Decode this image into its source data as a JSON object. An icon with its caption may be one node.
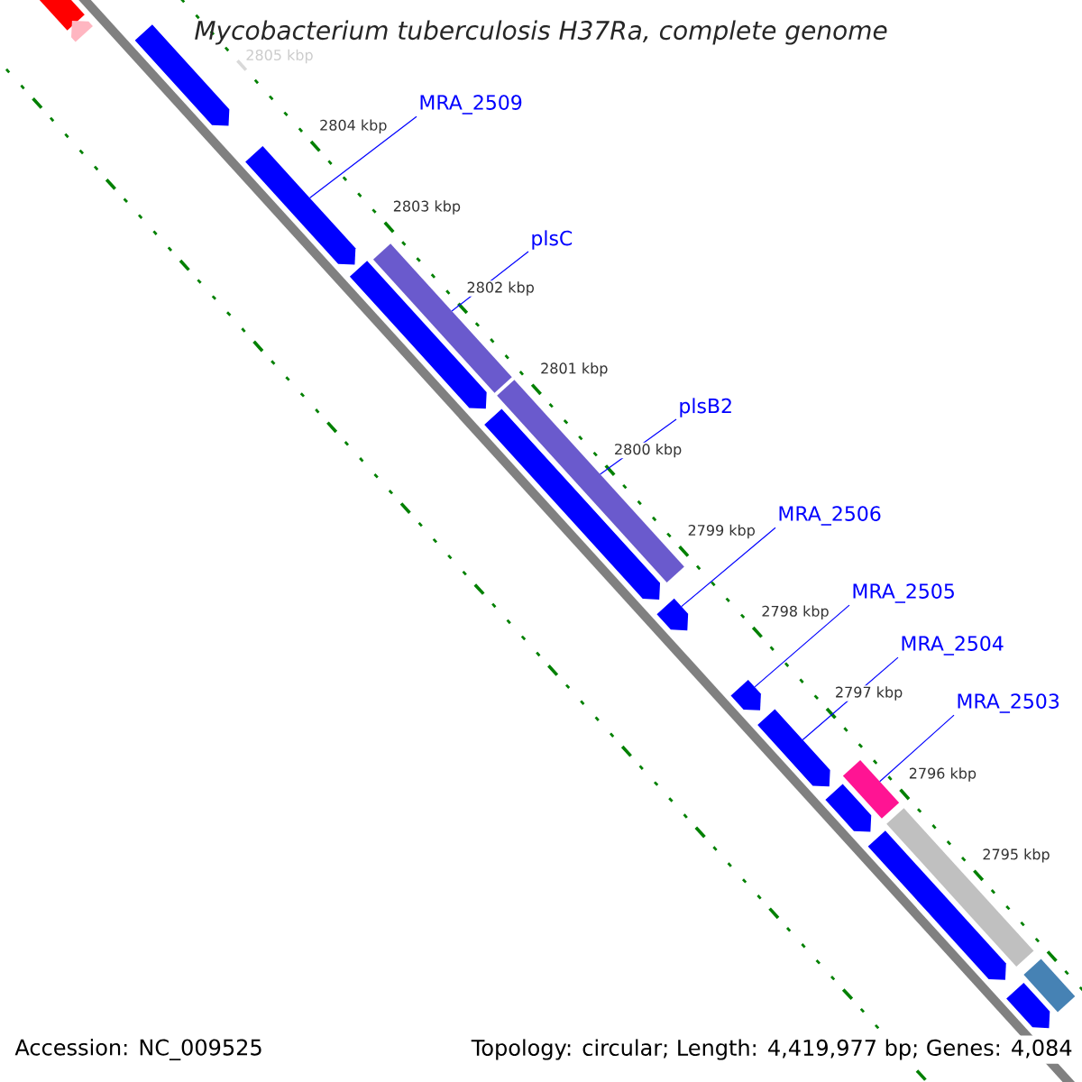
{
  "diagram": {
    "title": "Mycobacterium tuberculosis H37Ra, complete genome",
    "nodes": [
      {
        "text": [
          "MRA_2509"
        ]
      },
      {
        "text": [
          "plsC"
        ]
      },
      {
        "text": [
          "plsB2"
        ]
      },
      {
        "text": [
          "MRA_2506"
        ]
      },
      {
        "text": [
          "MRA_2505"
        ]
      },
      {
        "text": [
          "MRA_2504"
        ]
      },
      {
        "text": [
          "MRA_2503"
        ]
      },
      {
        "text": [],
        "shape": "bar"
      },
      {
        "text": [],
        "shape": "arrow"
      },
      {
        "text": [],
        "shape": "arrow"
      },
      {
        "text": [],
        "shape": "arrow"
      },
      {
        "text": [],
        "shape": "arrow"
      },
      {
        "text": [],
        "shape": "bar"
      },
      {
        "text": [],
        "shape": "bar"
      },
      {
        "text": [],
        "shape": "arrow"
      },
      {
        "text": [],
        "shape": "arrow"
      },
      {
        "text": [],
        "shape": "arrow"
      },
      {
        "text": [],
        "shape": "arrow"
      },
      {
        "text": [],
        "shape": "arrow"
      },
      {
        "text": [],
        "shape": "bar"
      },
      {
        "text": [],
        "shape": "arrow"
      },
      {
        "text": [],
        "shape": "bar"
      },
      {
        "text": [],
        "shape": "arrow"
      },
      {
        "text": [],
        "shape": "bar"
      }
    ],
    "edges": [
      {
        "from": 0,
        "to": 10,
        "arrow": "none"
      },
      {
        "from": 1,
        "to": 12,
        "arrow": "none"
      },
      {
        "from": 2,
        "to": 13,
        "arrow": "none"
      },
      {
        "from": 3,
        "to": 15,
        "arrow": "none"
      },
      {
        "from": 4,
        "to": 16,
        "arrow": "none"
      },
      {
        "from": 5,
        "to": 17,
        "arrow": "none"
      },
      {
        "from": 6,
        "to": 19,
        "arrow": "none"
      }
    ],
    "labels": [
      "2805 kbp",
      "2804 kbp",
      "2803 kbp",
      "2802 kbp",
      "2801 kbp",
      "2800 kbp",
      "2799 kbp",
      "2798 kbp",
      "2797 kbp",
      "2796 kbp",
      "2795 kbp",
      "Accession: NC_009525",
      "Topology: circular; Length: 4,419,977 bp; Genes: 4,084"
    ]
  }
}
